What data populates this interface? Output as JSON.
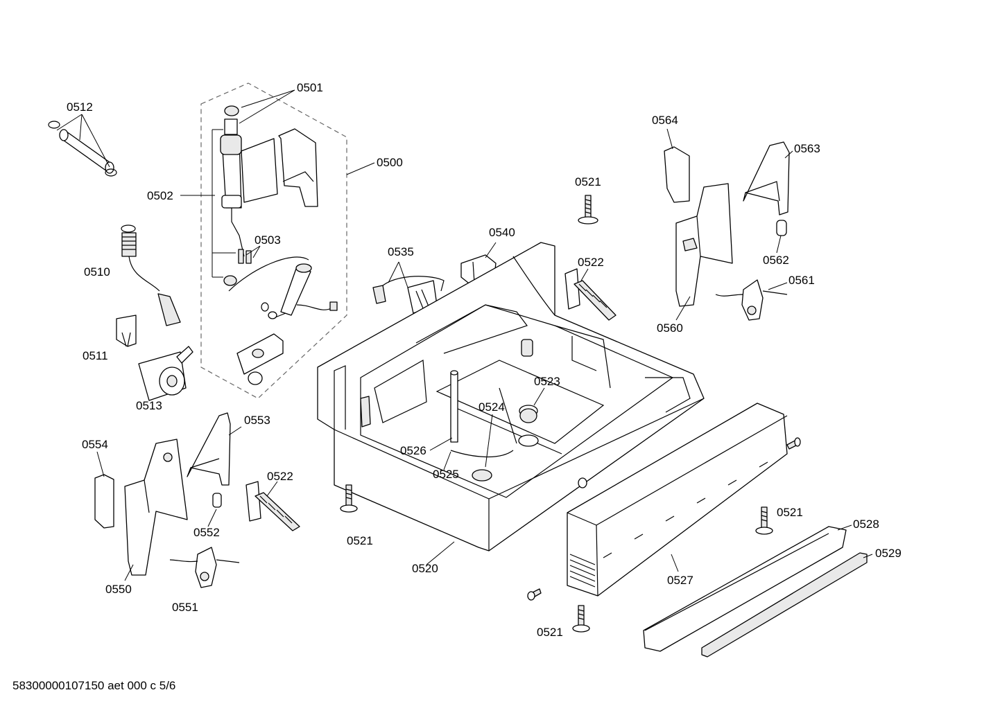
{
  "document_code": "58300000107150 aet 000 c 5/6",
  "callouts": [
    {
      "id": "c0501",
      "text": "0501"
    },
    {
      "id": "c0512",
      "text": "0512"
    },
    {
      "id": "c0500",
      "text": "0500"
    },
    {
      "id": "c0502",
      "text": "0502"
    },
    {
      "id": "c0503",
      "text": "0503"
    },
    {
      "id": "c0510",
      "text": "0510"
    },
    {
      "id": "c0511",
      "text": "0511"
    },
    {
      "id": "c0513",
      "text": "0513"
    },
    {
      "id": "c0535",
      "text": "0535"
    },
    {
      "id": "c0540",
      "text": "0540"
    },
    {
      "id": "c0521a",
      "text": "0521"
    },
    {
      "id": "c0522a",
      "text": "0522"
    },
    {
      "id": "c0564",
      "text": "0564"
    },
    {
      "id": "c0563",
      "text": "0563"
    },
    {
      "id": "c0562",
      "text": "0562"
    },
    {
      "id": "c0561",
      "text": "0561"
    },
    {
      "id": "c0560",
      "text": "0560"
    },
    {
      "id": "c0523",
      "text": "0523"
    },
    {
      "id": "c0524",
      "text": "0524"
    },
    {
      "id": "c0526",
      "text": "0526"
    },
    {
      "id": "c0525",
      "text": "0525"
    },
    {
      "id": "c0553",
      "text": "0553"
    },
    {
      "id": "c0554",
      "text": "0554"
    },
    {
      "id": "c0522b",
      "text": "0522"
    },
    {
      "id": "c0552",
      "text": "0552"
    },
    {
      "id": "c0550",
      "text": "0550"
    },
    {
      "id": "c0551",
      "text": "0551"
    },
    {
      "id": "c0521b",
      "text": "0521"
    },
    {
      "id": "c0520",
      "text": "0520"
    },
    {
      "id": "c0521c",
      "text": "0521"
    },
    {
      "id": "c0528",
      "text": "0528"
    },
    {
      "id": "c0529",
      "text": "0529"
    },
    {
      "id": "c0527",
      "text": "0527"
    },
    {
      "id": "c0521d",
      "text": "0521"
    }
  ]
}
